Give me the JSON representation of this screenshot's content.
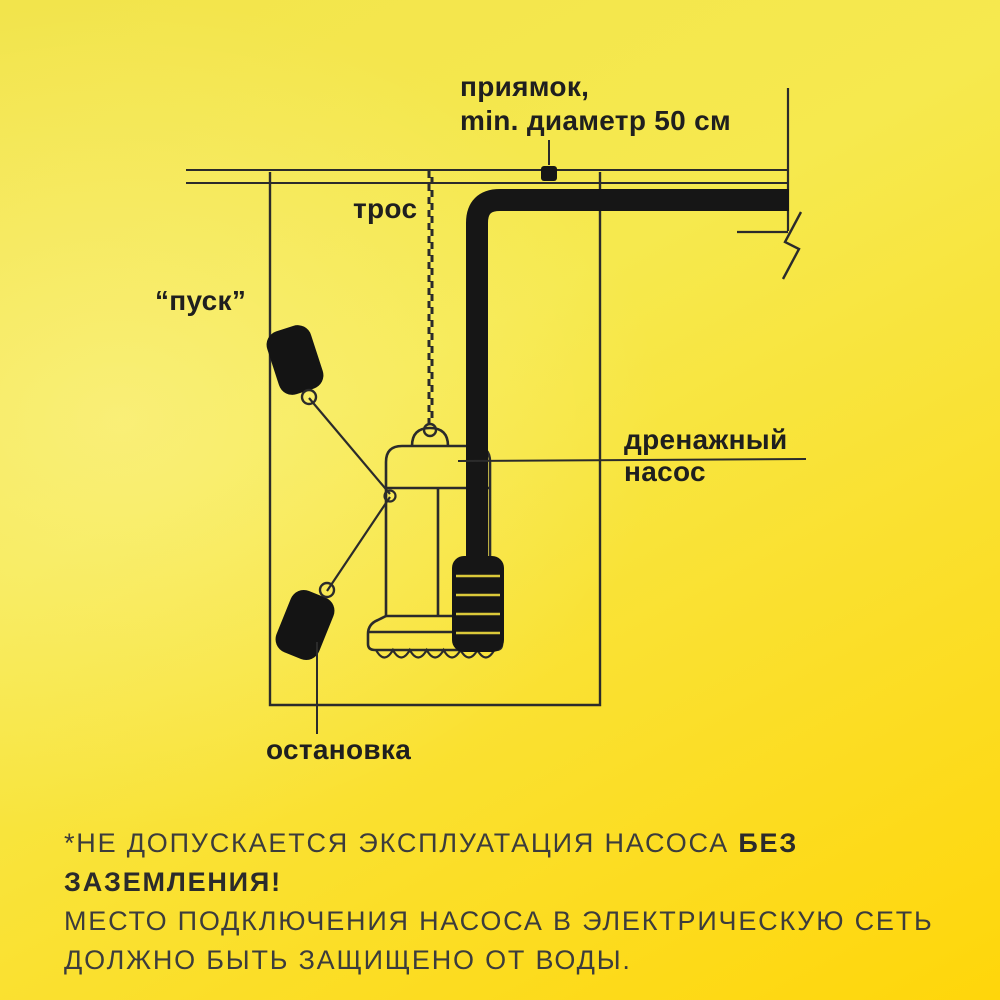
{
  "diagram": {
    "pit_label": {
      "line1": "приямок,",
      "line2": "min. диаметр 50 см"
    },
    "rope_label": "трос",
    "start_label": "“пуск”",
    "pump_label": {
      "line1": "дренажный",
      "line2": "насос"
    },
    "stop_label": "остановка"
  },
  "footnote": {
    "line1_text": "*НЕ ДОПУСКАЕТСЯ ЭКСПЛУАТАЦИЯ НАСОСА ",
    "line1_emphasis": "БЕЗ ЗАЗЕМЛЕНИЯ!",
    "line2": "МЕСТО ПОДКЛЮЧЕНИЯ НАСОСА В ЭЛЕКТРИЧЕСКУЮ СЕТЬ",
    "line3": "ДОЛЖНО БЫТЬ ЗАЩИЩЕНО ОТ ВОДЫ."
  },
  "colors": {
    "background_top": "#f2e44c",
    "background_bottom": "#ffd60a",
    "line": "#2b2b2b",
    "pipe": "#161616",
    "text": "#3c3c3c"
  }
}
